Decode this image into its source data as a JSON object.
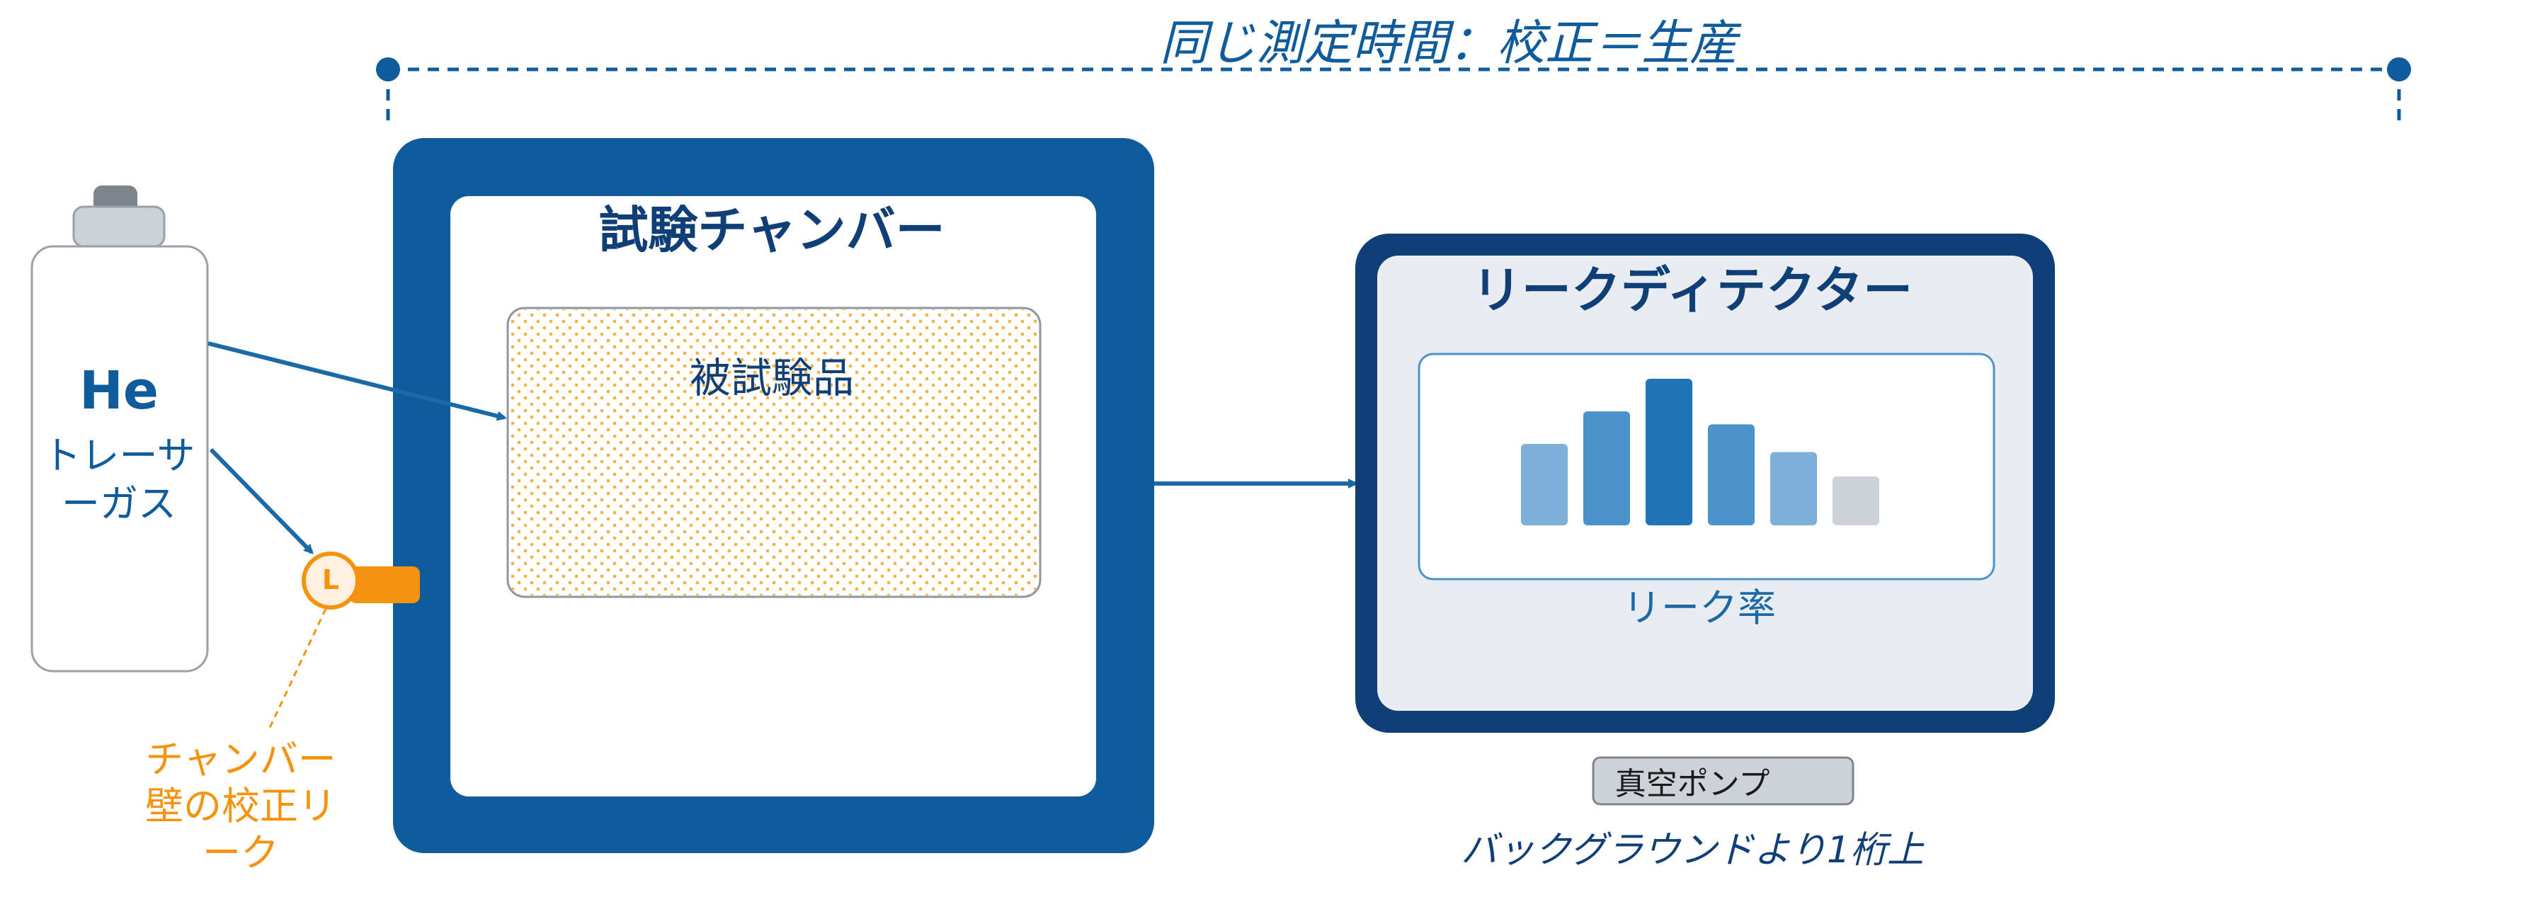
{
  "title": "同じ測定時間：校正＝生産",
  "tracer_gas": {
    "symbol": "He",
    "label": "トレーサーガス"
  },
  "test_chamber": {
    "title": "試験チャンバー",
    "device_under_test": "被試験品"
  },
  "leak_detector": {
    "title": "リークディテクター",
    "leak_rate_label": "リーク率",
    "bar_levels": [
      0.5,
      0.7,
      0.9,
      0.62,
      0.45,
      0.3
    ],
    "bar_colors": [
      "#7fb0d9",
      "#4a93cb",
      "#1f74b8",
      "#4a93cb",
      "#7fb0d9",
      "#cdd2d8"
    ]
  },
  "vacuum_pump": "真空ポンプ",
  "background_note": "バックグラウンドより1桁上",
  "calibration_leak": {
    "marker": "L",
    "label": "チャンバー壁の校正リーク"
  },
  "colors": {
    "primary_blue": "#0f5b9c",
    "dark_blue": "#0f3f76",
    "orange": "#f5930f",
    "light_gray": "#e9edf1"
  }
}
